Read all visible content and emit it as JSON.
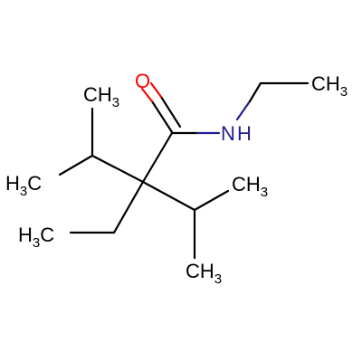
{
  "colors": {
    "background": "#ffffff",
    "bond": "#000000",
    "carbon_label": "#000000",
    "oxygen_label": "#ff0000",
    "nitrogen_label": "#1f1f8f",
    "carbonyl_oxygen_bond": "#ff0000",
    "amide_nitrogen_bond": "#1f1f8f"
  },
  "atoms": {
    "oxygen": "O",
    "nitrogen": "N",
    "hydrogen": "H",
    "methyl_top_left": {
      "main": "CH",
      "sub": "3"
    },
    "methyl_left": {
      "main": "H",
      "sub": "3",
      "tail": "C"
    },
    "methyl_lower_left": {
      "main": "H",
      "sub": "3",
      "tail": "C"
    },
    "methyl_right_upper": {
      "main": "CH",
      "sub": "3"
    },
    "methyl_right_lower": {
      "main": "CH",
      "sub": "3"
    },
    "methyl_ethyl_nitrogen": {
      "main": "CH",
      "sub": "3"
    }
  }
}
